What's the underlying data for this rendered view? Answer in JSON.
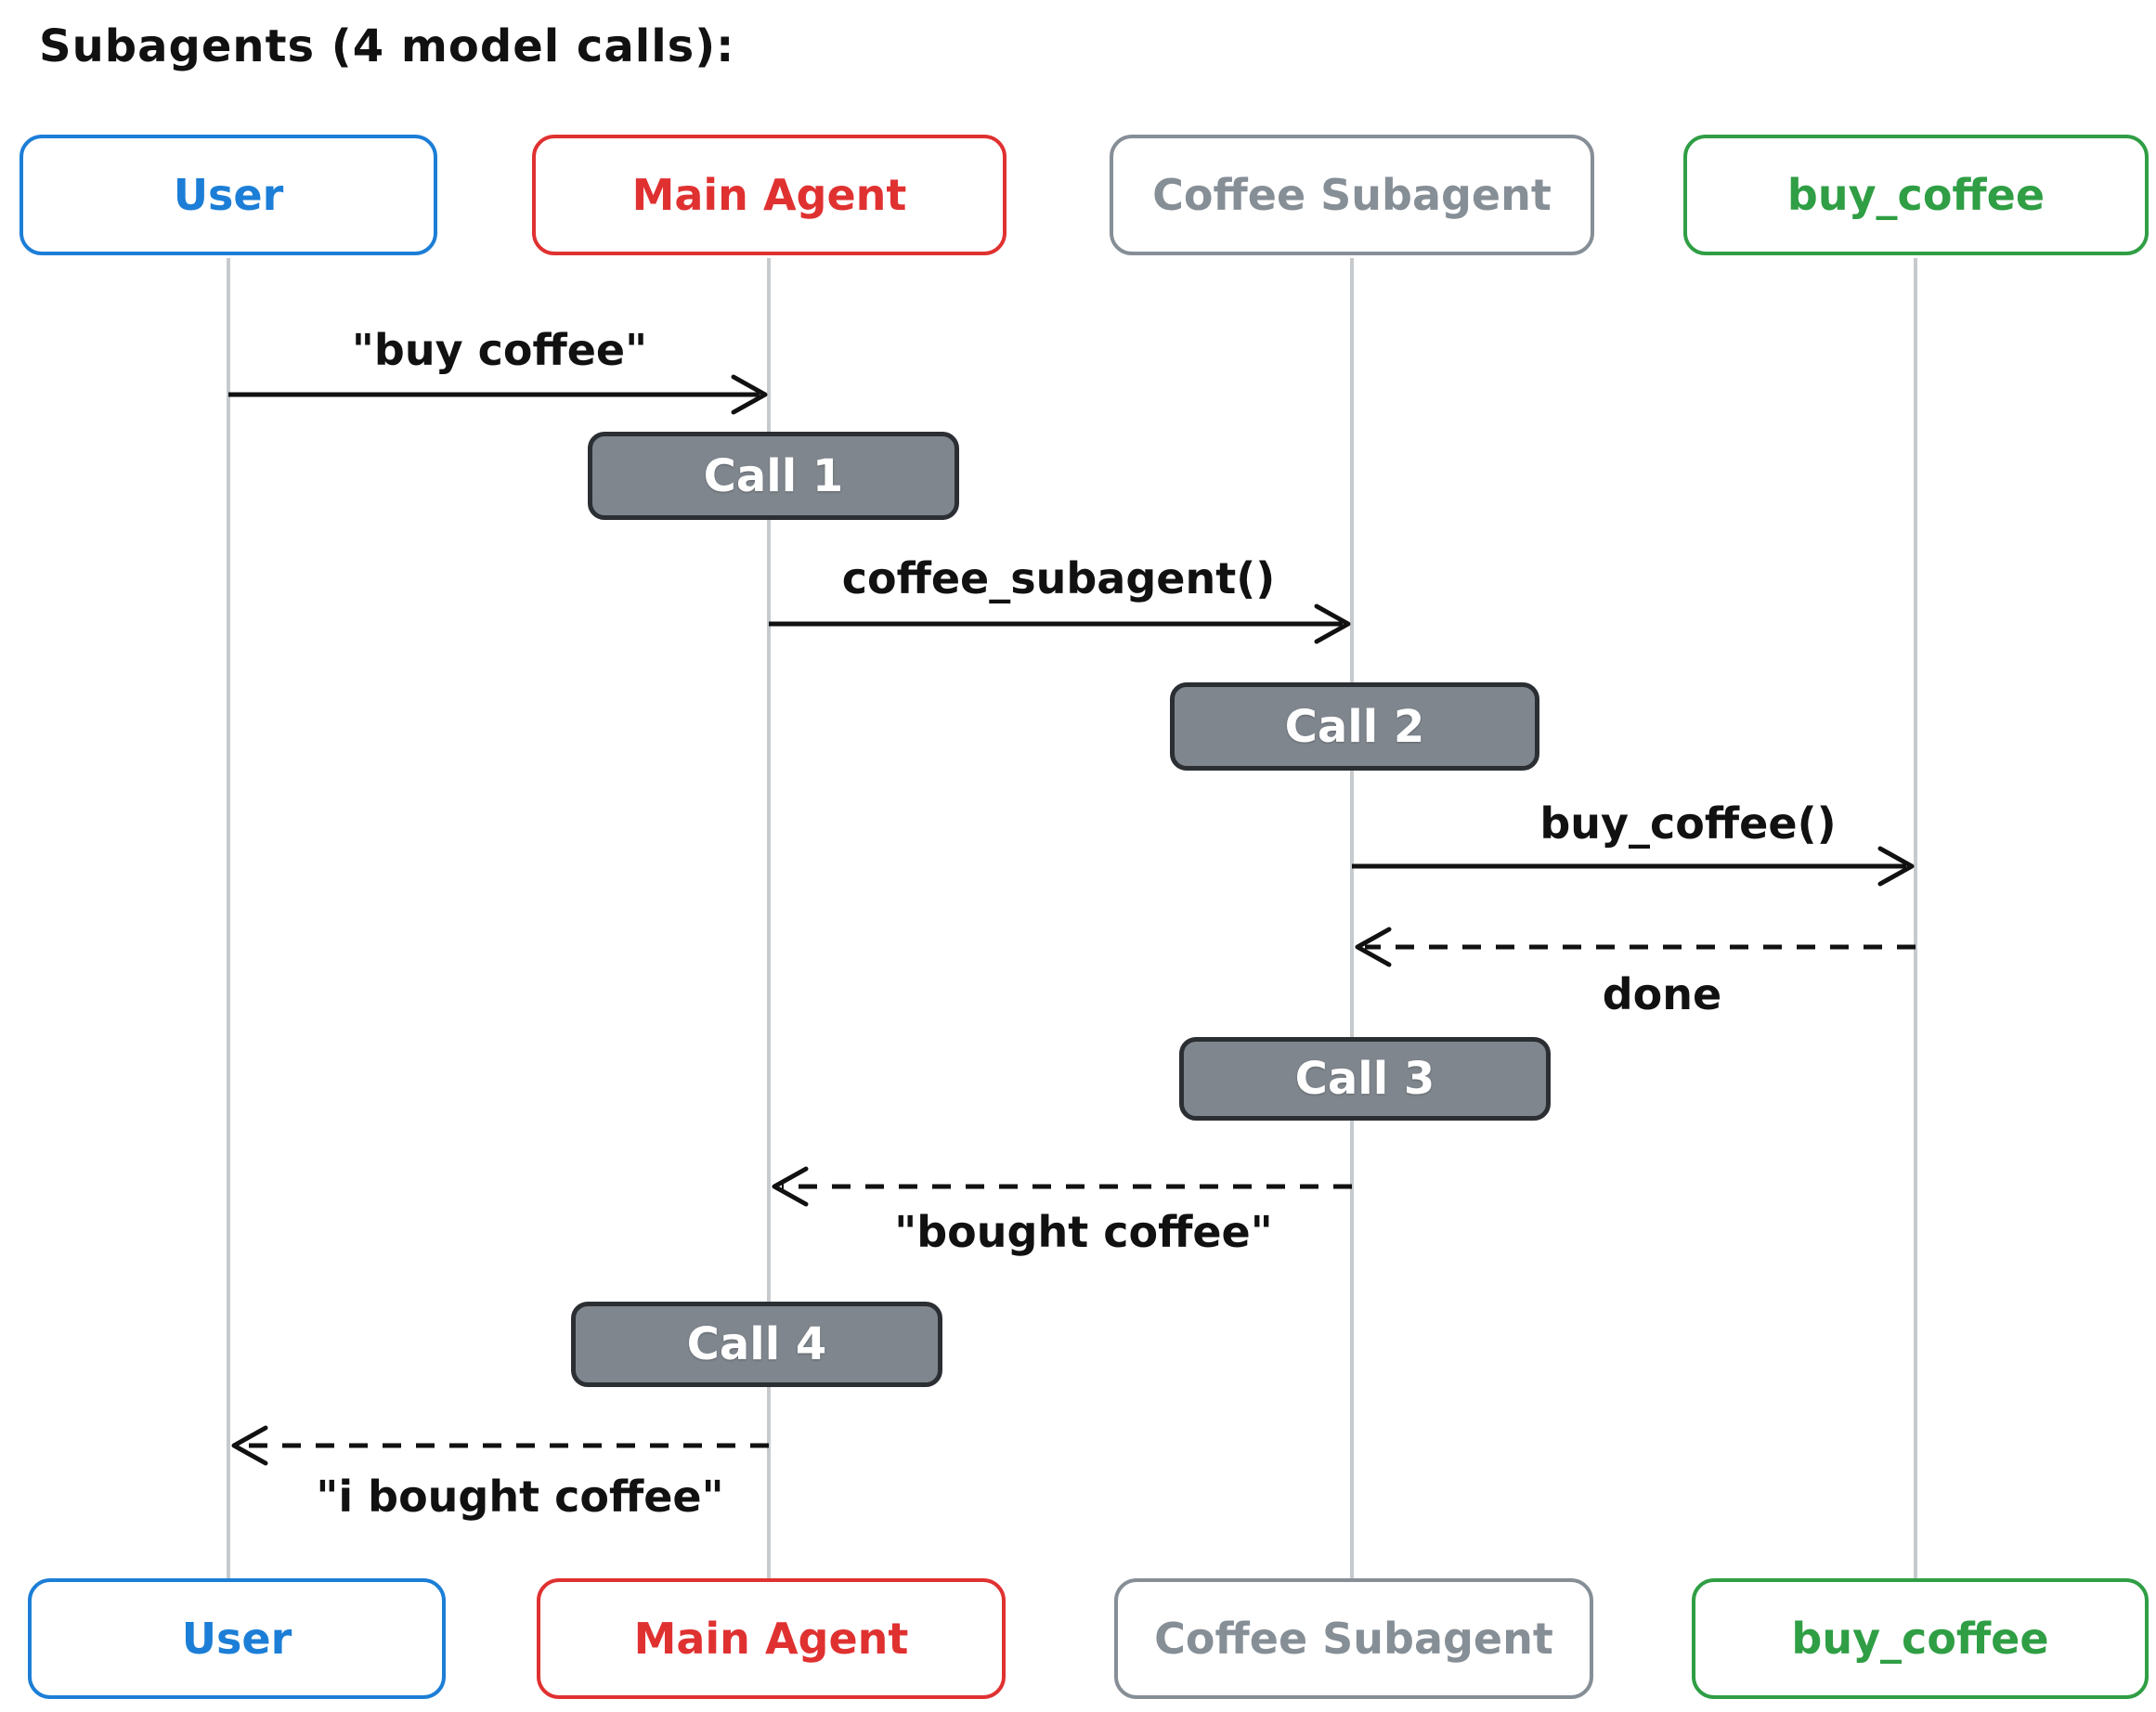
{
  "title": "Subagents (4 model calls):",
  "colors": {
    "user": "#1c7ed6",
    "main_agent": "#e03131",
    "coffee_subagent": "#868e96",
    "buy_coffee": "#2f9e44",
    "call_box_fill": "#7f868d",
    "call_box_border": "#2b2f33",
    "lifeline": "#c6cacd",
    "arrow": "#111111"
  },
  "actors": [
    {
      "name": "User"
    },
    {
      "name": "Main Agent"
    },
    {
      "name": "Coffee Subagent"
    },
    {
      "name": "buy_coffee"
    }
  ],
  "messages": [
    {
      "label": "\"buy coffee\"",
      "from": "User",
      "to": "Main Agent",
      "style": "solid"
    },
    {
      "label": "coffee_subagent()",
      "from": "Main Agent",
      "to": "Coffee Subagent",
      "style": "solid"
    },
    {
      "label": "buy_coffee()",
      "from": "Coffee Subagent",
      "to": "buy_coffee",
      "style": "solid"
    },
    {
      "label": "done",
      "from": "buy_coffee",
      "to": "Coffee Subagent",
      "style": "dashed"
    },
    {
      "label": "\"bought coffee\"",
      "from": "Coffee Subagent",
      "to": "Main Agent",
      "style": "dashed"
    },
    {
      "label": "\"i bought coffee\"",
      "from": "Main Agent",
      "to": "User",
      "style": "dashed"
    }
  ],
  "calls": [
    {
      "label": "Call 1"
    },
    {
      "label": "Call 2"
    },
    {
      "label": "Call 3"
    },
    {
      "label": "Call 4"
    }
  ]
}
